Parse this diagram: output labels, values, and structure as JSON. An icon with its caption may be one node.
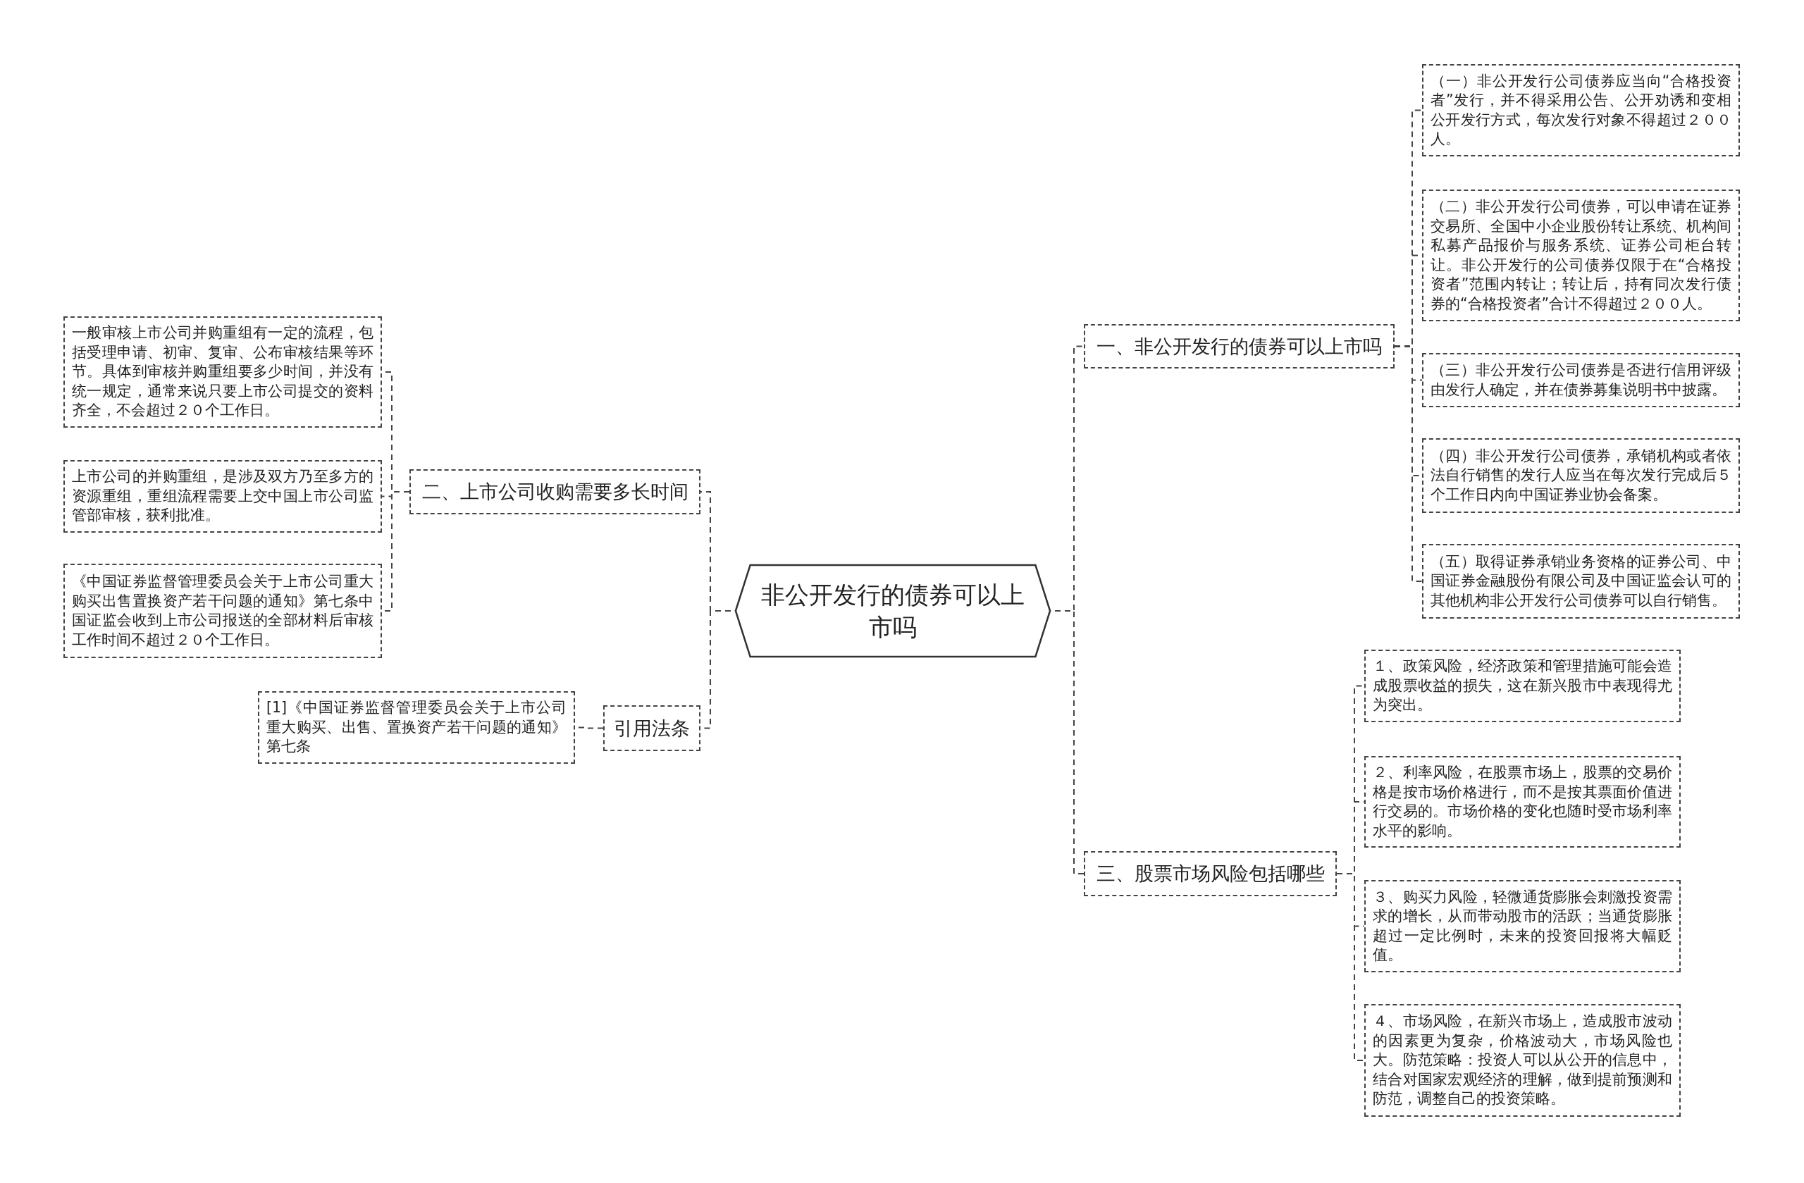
{
  "diagram": {
    "nodes": [
      {
        "text": [
          "非公开发行的债券可以上市吗"
        ]
      },
      {
        "text": [
          "一、非公开发行的债券可以上市吗"
        ]
      },
      {
        "text": [
          "（一）非公开发行公司债券应当向“合格投资者”发行，并不得采用公告、公开劝诱和变相公开发行方式，每次发行对象不得超过２００人。"
        ]
      },
      {
        "text": [
          "（二）非公开发行公司债券，可以申请在证券交易所、全国中小企业股份转让系统、机构间私募产品报价与服务系统、证券公司柜台转让。非公开发行的公司债券仅限于在“合格投资者”范围内转让；转让后，持有同次发行债券的“合格投资者”合计不得超过２００人。"
        ]
      },
      {
        "text": [
          "（三）非公开发行公司债券是否进行信用评级由发行人确定，并在债券募集说明书中披露。"
        ]
      },
      {
        "text": [
          "（四）非公开发行公司债券，承销机构或者依法自行销售的发行人应当在每次发行完成后５个工作日内向中国证券业协会备案。"
        ]
      },
      {
        "text": [
          "（五）取得证券承销业务资格的证券公司、中国证券金融股份有限公司及中国证监会认可的其他机构非公开发行公司债券可以自行销售。"
        ]
      },
      {
        "text": [
          "二、上市公司收购需要多长时间"
        ]
      },
      {
        "text": [
          "一般审核上市公司并购重组有一定的流程，包括受理申请、初审、复审、公布审核结果等环节。具体到审核并购重组要多少时间，并没有统一规定，通常来说只要上市公司提交的资料齐全，不会超过２０个工作日。"
        ]
      },
      {
        "text": [
          "上市公司的并购重组，是涉及双方乃至多方的资源重组，重组流程需要上交中国上市公司监管部审核，获利批准。"
        ]
      },
      {
        "text": [
          "《中国证券监督管理委员会关于上市公司重大购买出售置换资产若干问题的通知》第七条中国证监会收到上市公司报送的全部材料后审核工作时间不超过２０个工作日。"
        ]
      },
      {
        "text": [
          "引用法条"
        ]
      },
      {
        "text": [
          "[1]《中国证券监督管理委员会关于上市公司重大购买、出售、置换资产若干问题的通知》第七条"
        ]
      },
      {
        "text": [
          "三、股票市场风险包括哪些"
        ]
      },
      {
        "text": [
          "１、政策风险，经济政策和管理措施可能会造成股票收益的损失，这在新兴股市中表现得尤为突出。"
        ]
      },
      {
        "text": [
          "２、利率风险，在股票市场上，股票的交易价格是按市场价格进行，而不是按其票面价值进行交易的。市场价格的变化也随时受市场利率水平的影响。"
        ]
      },
      {
        "text": [
          "３、购买力风险，轻微通货膨胀会刺激投资需求的增长，从而带动股市的活跃；当通货膨胀超过一定比例时，未来的投资回报将大幅贬值。"
        ]
      },
      {
        "text": [
          "４、市场风险，在新兴市场上，造成股市波动的因素更为复杂，价格波动大，市场风险也大。防范策略：投资人可以从公开的信息中，结合对国家宏观经济的理解，做到提前预测和防范，调整自己的投资策略。"
        ]
      }
    ],
    "edges": [
      {
        "from": 0,
        "to": 1,
        "arrow": "none"
      },
      {
        "from": 1,
        "to": 2,
        "arrow": "none"
      },
      {
        "from": 1,
        "to": 3,
        "arrow": "none"
      },
      {
        "from": 1,
        "to": 4,
        "arrow": "none"
      },
      {
        "from": 1,
        "to": 5,
        "arrow": "none"
      },
      {
        "from": 1,
        "to": 6,
        "arrow": "none"
      },
      {
        "from": 0,
        "to": 7,
        "arrow": "none"
      },
      {
        "from": 7,
        "to": 8,
        "arrow": "none"
      },
      {
        "from": 7,
        "to": 9,
        "arrow": "none"
      },
      {
        "from": 7,
        "to": 10,
        "arrow": "none"
      },
      {
        "from": 0,
        "to": 11,
        "arrow": "none"
      },
      {
        "from": 11,
        "to": 12,
        "arrow": "none"
      },
      {
        "from": 0,
        "to": 13,
        "arrow": "none"
      },
      {
        "from": 13,
        "to": 14,
        "arrow": "none"
      },
      {
        "from": 13,
        "to": 15,
        "arrow": "none"
      },
      {
        "from": 13,
        "to": 16,
        "arrow": "none"
      },
      {
        "from": 13,
        "to": 17,
        "arrow": "none"
      }
    ]
  }
}
